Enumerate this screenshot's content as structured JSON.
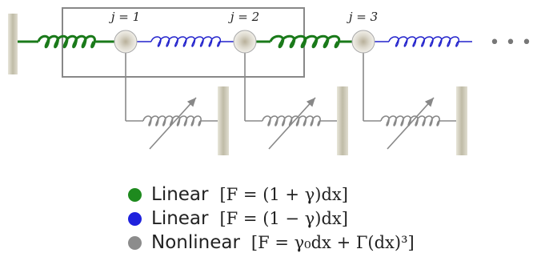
{
  "diagram": {
    "site_labels": [
      "j = 1",
      "j = 2",
      "j = 3"
    ],
    "ellipsis": "• • •",
    "colors": {
      "green": "#1a7a1a",
      "blue": "#2222cc",
      "gray": "#888888",
      "wall": "#c8c4b0"
    }
  },
  "legend": {
    "items": [
      {
        "label": "Linear",
        "formula": "[F = (1 + γ)dx]",
        "color": "#1e8a1e"
      },
      {
        "label": "Linear",
        "formula": "[F = (1 − γ)dx]",
        "color": "#1f22dd"
      },
      {
        "label": "Nonlinear",
        "formula": "[F = γ₀dx + Γ(dx)³]",
        "color": "#8c8c8c"
      }
    ]
  }
}
